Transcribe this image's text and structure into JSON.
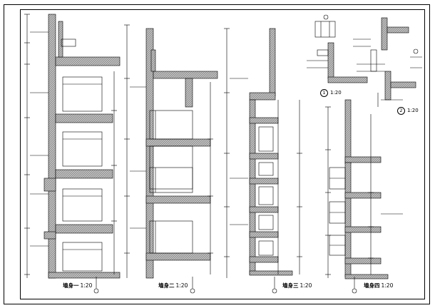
{
  "drawing": {
    "sections": [
      {
        "id": "s1",
        "title": "墙身一",
        "scale": "1:20"
      },
      {
        "id": "s2",
        "title": "墙身二",
        "scale": "1:20"
      },
      {
        "id": "s3",
        "title": "墙身三",
        "scale": "1:20"
      },
      {
        "id": "s4",
        "title": "墙身四",
        "scale": "1:20"
      }
    ],
    "details": [
      {
        "id": "d1",
        "number": "1",
        "scale": "1:20"
      },
      {
        "id": "d2",
        "number": "2",
        "scale": "1:20"
      }
    ]
  },
  "colors": {
    "line": "#000000",
    "wall_hatch": "#9a9a9a",
    "watermark": "#cccccc"
  }
}
